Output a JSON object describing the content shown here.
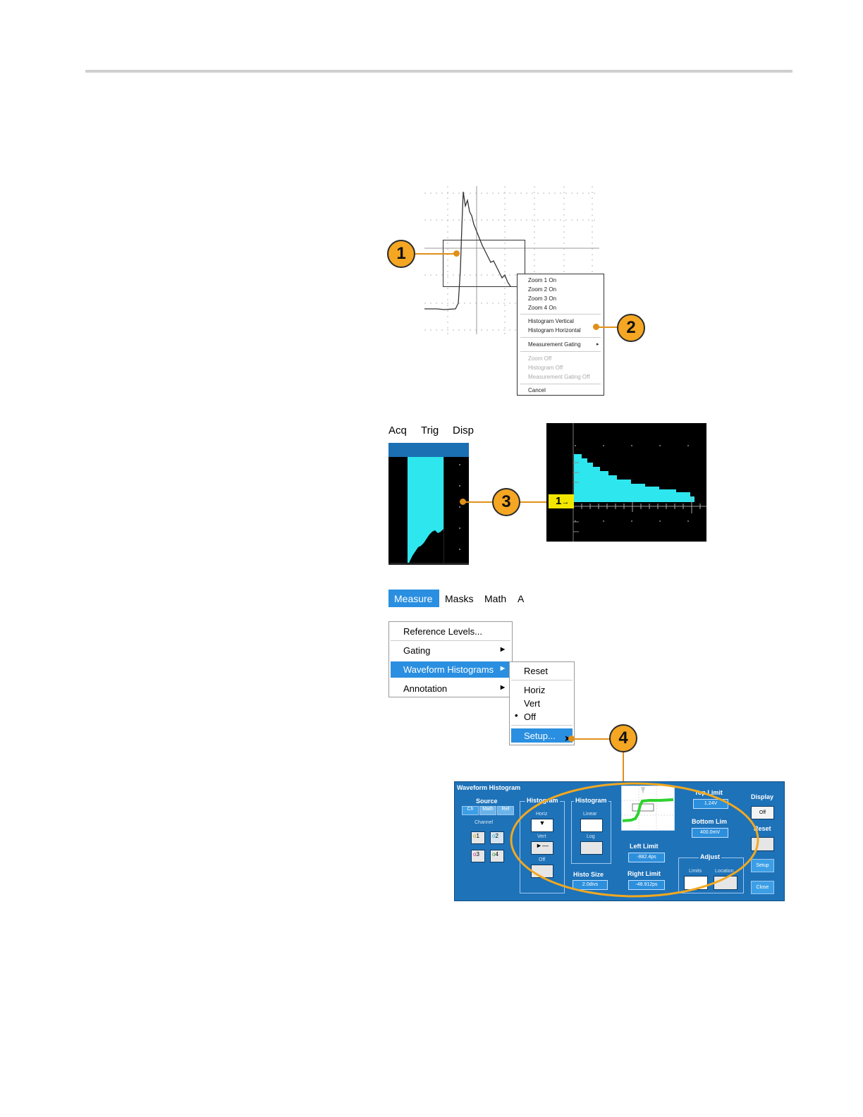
{
  "context_menu": {
    "items": [
      "Zoom 1 On",
      "Zoom 2 On",
      "Zoom 3 On",
      "Zoom 4 On"
    ],
    "histogram_items": [
      "Histogram Vertical",
      "Histogram Horizontal"
    ],
    "gating": "Measurement Gating",
    "disabled_items": [
      "Zoom Off",
      "Histogram Off",
      "Measurement Gating Off"
    ],
    "cancel": "Cancel"
  },
  "callouts": [
    "1",
    "2",
    "3",
    "4"
  ],
  "scope_menu": {
    "acq": "Acq",
    "trig": "Trig",
    "disp": "Disp"
  },
  "channel_marker": "1",
  "measure_menu": {
    "tabs": [
      "Measure",
      "Masks",
      "Math",
      "A"
    ],
    "items": [
      "Reference Levels...",
      "Gating",
      "Waveform Histograms",
      "Annotation"
    ],
    "submenu": [
      "Reset",
      "Horiz",
      "Vert",
      "Off",
      "Setup..."
    ]
  },
  "panel": {
    "title": "Waveform Histogram",
    "source": "Source",
    "source_tabs": [
      "Ch",
      "Math",
      "Ref"
    ],
    "channel": "Channel",
    "channels": [
      "1",
      "2",
      "3",
      "4"
    ],
    "histogram_mode_title": "Histogram",
    "mode_labels": [
      "Horiz",
      "Vert",
      "Off"
    ],
    "histogram_scale_title": "Histogram",
    "scale_labels": [
      "Linear",
      "Log"
    ],
    "histo_size": "Histo Size",
    "histo_size_value": "2.0divs",
    "top_limit": "Top Limit",
    "top_limit_value": "1.24V",
    "bottom_limit": "Bottom Lim",
    "bottom_limit_value": "400.0mV",
    "left_limit": "Left Limit",
    "left_limit_value": "-882.4ps",
    "right_limit": "Right Limit",
    "right_limit_value": "-48.912ps",
    "adjust": "Adjust",
    "adjust_labels": [
      "Limits",
      "Location"
    ],
    "display": "Display",
    "display_value": "Off",
    "reset": "Reset",
    "setup": "Setup",
    "close": "Close"
  },
  "colors": {
    "callout": "#f5a623",
    "panel_blue": "#1e72b8",
    "menu_highlight": "#2a8fe0",
    "histogram_fill": "#2ee6ee"
  }
}
